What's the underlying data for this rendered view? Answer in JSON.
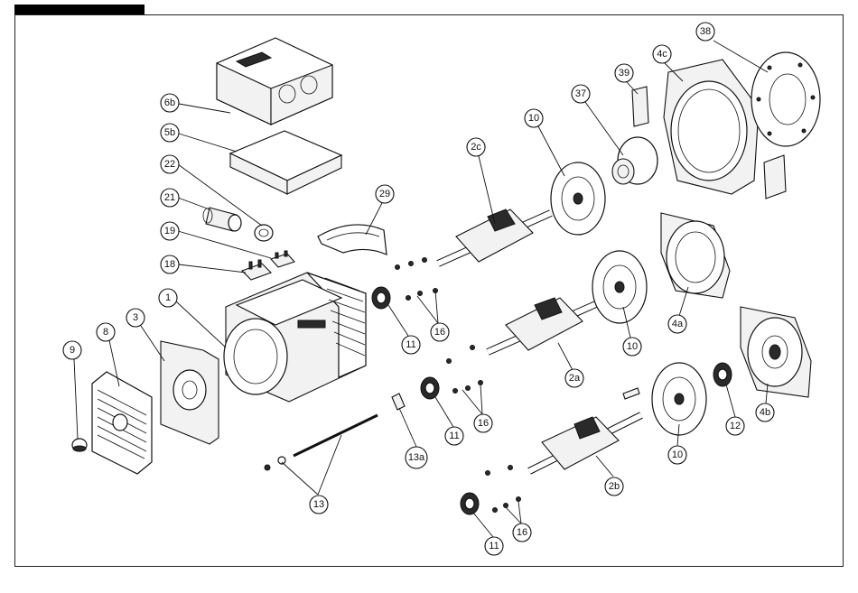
{
  "callouts": [
    {
      "id": "c-6b",
      "label": "6b"
    },
    {
      "id": "c-5b",
      "label": "5b"
    },
    {
      "id": "c-22",
      "label": "22"
    },
    {
      "id": "c-21",
      "label": "21"
    },
    {
      "id": "c-19",
      "label": "19"
    },
    {
      "id": "c-18",
      "label": "18"
    },
    {
      "id": "c-1",
      "label": "1"
    },
    {
      "id": "c-3",
      "label": "3"
    },
    {
      "id": "c-8",
      "label": "8"
    },
    {
      "id": "c-9",
      "label": "9"
    },
    {
      "id": "c-29",
      "label": "29"
    },
    {
      "id": "c-2c",
      "label": "2c"
    },
    {
      "id": "c-10a",
      "label": "10"
    },
    {
      "id": "c-37",
      "label": "37"
    },
    {
      "id": "c-39",
      "label": "39"
    },
    {
      "id": "c-4c",
      "label": "4c"
    },
    {
      "id": "c-38",
      "label": "38"
    },
    {
      "id": "c-11a",
      "label": "11"
    },
    {
      "id": "c-16a",
      "label": "16"
    },
    {
      "id": "c-2a",
      "label": "2a"
    },
    {
      "id": "c-10b",
      "label": "10"
    },
    {
      "id": "c-4a",
      "label": "4a"
    },
    {
      "id": "c-11b",
      "label": "11"
    },
    {
      "id": "c-16b",
      "label": "16"
    },
    {
      "id": "c-13a",
      "label": "13a"
    },
    {
      "id": "c-13",
      "label": "13"
    },
    {
      "id": "c-10c",
      "label": "10"
    },
    {
      "id": "c-12",
      "label": "12"
    },
    {
      "id": "c-4b",
      "label": "4b"
    },
    {
      "id": "c-2b",
      "label": "2b"
    },
    {
      "id": "c-11c",
      "label": "11"
    },
    {
      "id": "c-16c",
      "label": "16"
    }
  ]
}
